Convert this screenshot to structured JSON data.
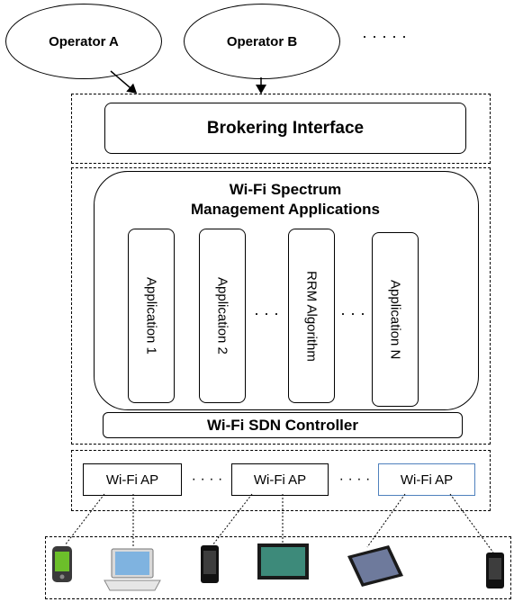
{
  "operators": {
    "a": "Operator A",
    "b": "Operator B",
    "more": "· · · · ·"
  },
  "brokering": {
    "label": "Brokering Interface"
  },
  "spectrum": {
    "title_line1": "Wi-Fi Spectrum",
    "title_line2": "Management Applications",
    "applications": [
      "Application 1",
      "Application 2",
      "RRM Algorithm",
      "Application N"
    ],
    "ellipsis": "· · ·"
  },
  "controller": {
    "label": "Wi-Fi SDN Controller"
  },
  "access_points": {
    "items": [
      "Wi-Fi AP",
      "Wi-Fi AP",
      "Wi-Fi AP"
    ],
    "ellipsis": "· · · ·",
    "highlight_color": "#4f81bd"
  },
  "devices": [
    "smartphone-icon",
    "laptop-icon",
    "phone-icon",
    "tablet-icon",
    "tablet-icon",
    "phone-icon"
  ]
}
